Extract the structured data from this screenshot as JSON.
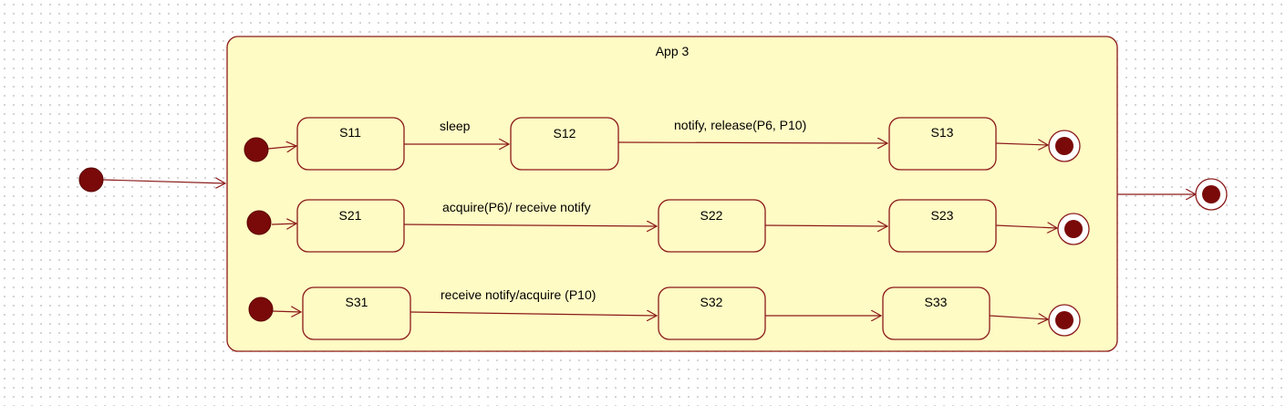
{
  "diagram": {
    "composite_state": {
      "id": "app3",
      "label": "App 3"
    },
    "states": [
      {
        "id": "s11",
        "label": "S11"
      },
      {
        "id": "s12",
        "label": "S12"
      },
      {
        "id": "s13",
        "label": "S13"
      },
      {
        "id": "s21",
        "label": "S21"
      },
      {
        "id": "s22",
        "label": "S22"
      },
      {
        "id": "s23",
        "label": "S23"
      },
      {
        "id": "s31",
        "label": "S31"
      },
      {
        "id": "s32",
        "label": "S32"
      },
      {
        "id": "s33",
        "label": "S33"
      }
    ],
    "transition_labels": {
      "s11_s12": "sleep",
      "s12_s13": "notify, release(P6, P10)",
      "s21_s22": "acquire(P6)/ receive notify",
      "s31_s32": "receive notify/acquire (P10)"
    },
    "transitions": [
      {
        "from": "outer-initial",
        "to": "app3"
      },
      {
        "from": "app3",
        "to": "outer-final"
      },
      {
        "from": "initial-1",
        "to": "s11"
      },
      {
        "from": "s11",
        "to": "s12",
        "label_key": "s11_s12"
      },
      {
        "from": "s12",
        "to": "s13",
        "label_key": "s12_s13"
      },
      {
        "from": "s13",
        "to": "final-1"
      },
      {
        "from": "initial-2",
        "to": "s21"
      },
      {
        "from": "s21",
        "to": "s22",
        "label_key": "s21_s22"
      },
      {
        "from": "s22",
        "to": "s23"
      },
      {
        "from": "s23",
        "to": "final-2"
      },
      {
        "from": "initial-3",
        "to": "s31"
      },
      {
        "from": "s31",
        "to": "s32",
        "label_key": "s31_s32"
      },
      {
        "from": "s32",
        "to": "s33"
      },
      {
        "from": "s33",
        "to": "final-3"
      }
    ],
    "colors": {
      "composite_fill": "#FFFBC4",
      "state_fill": "#FFFBC4",
      "stroke": "#8B1A1A",
      "node_fill": "#7A0A0A",
      "text": "#000000"
    }
  }
}
